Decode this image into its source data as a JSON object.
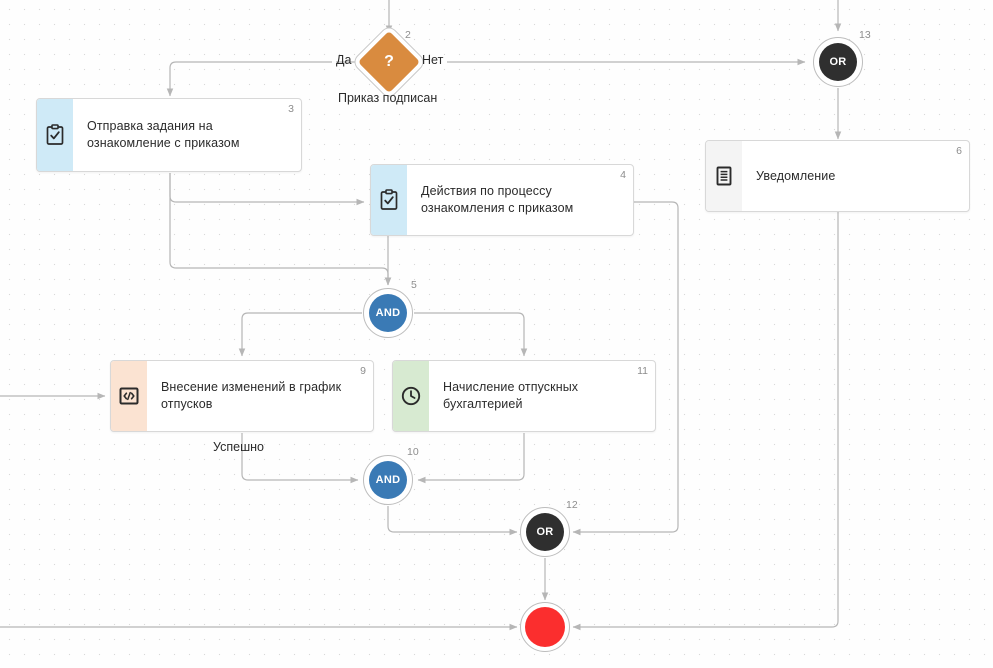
{
  "canvas": {
    "title": "Process diagram canvas",
    "grid": true,
    "background": "#fefefe",
    "dot_color": "#d9d9d9"
  },
  "colors": {
    "decision": "#d98b3f",
    "and_gateway": "#3a7ab5",
    "or_gateway": "#2f2f2f",
    "end_event": "#fb2e2e",
    "connector": "#b6b6b6",
    "strip_blue": "#cfeaf7",
    "strip_gray": "#f4f4f4",
    "strip_peach": "#fbe3d2",
    "strip_green": "#d7ead1"
  },
  "nodes": [
    {
      "id": "n2",
      "number": "2",
      "kind": "decision",
      "glyph": "?",
      "caption": "Приказ подписан",
      "icon": "question-diamond-icon"
    },
    {
      "id": "n3",
      "number": "3",
      "kind": "task",
      "label": "Отправка задания на\nознакомление с приказом",
      "strip": "blue",
      "icon": "clipboard-check-icon"
    },
    {
      "id": "n4",
      "number": "4",
      "kind": "task",
      "label": "Действия по процессу\nознакомления с приказом",
      "strip": "blue",
      "icon": "clipboard-check-icon"
    },
    {
      "id": "n6",
      "number": "6",
      "kind": "task",
      "label": "Уведомление",
      "strip": "gray",
      "icon": "document-lines-icon"
    },
    {
      "id": "n9",
      "number": "9",
      "kind": "task",
      "label": "Внесение изменений в график\nотпусков",
      "strip": "peach",
      "icon": "code-brackets-icon"
    },
    {
      "id": "n11",
      "number": "11",
      "kind": "task",
      "label": "Начисление отпускных\nбухгалтерией",
      "strip": "green",
      "icon": "clock-icon"
    },
    {
      "id": "n5",
      "number": "5",
      "kind": "gateway",
      "gateway": "AND",
      "icon": "and-gateway-icon"
    },
    {
      "id": "n10",
      "number": "10",
      "kind": "gateway",
      "gateway": "AND",
      "icon": "and-gateway-icon"
    },
    {
      "id": "n12",
      "number": "12",
      "kind": "gateway",
      "gateway": "OR",
      "icon": "or-gateway-icon"
    },
    {
      "id": "n13",
      "number": "13",
      "kind": "gateway",
      "gateway": "OR",
      "icon": "or-gateway-icon"
    },
    {
      "id": "nEnd",
      "number": "",
      "kind": "end",
      "icon": "end-event-icon"
    }
  ],
  "edge_labels": [
    {
      "id": "yes",
      "text": "Да"
    },
    {
      "id": "no",
      "text": "Нет"
    },
    {
      "id": "success",
      "text": "Успешно"
    }
  ]
}
